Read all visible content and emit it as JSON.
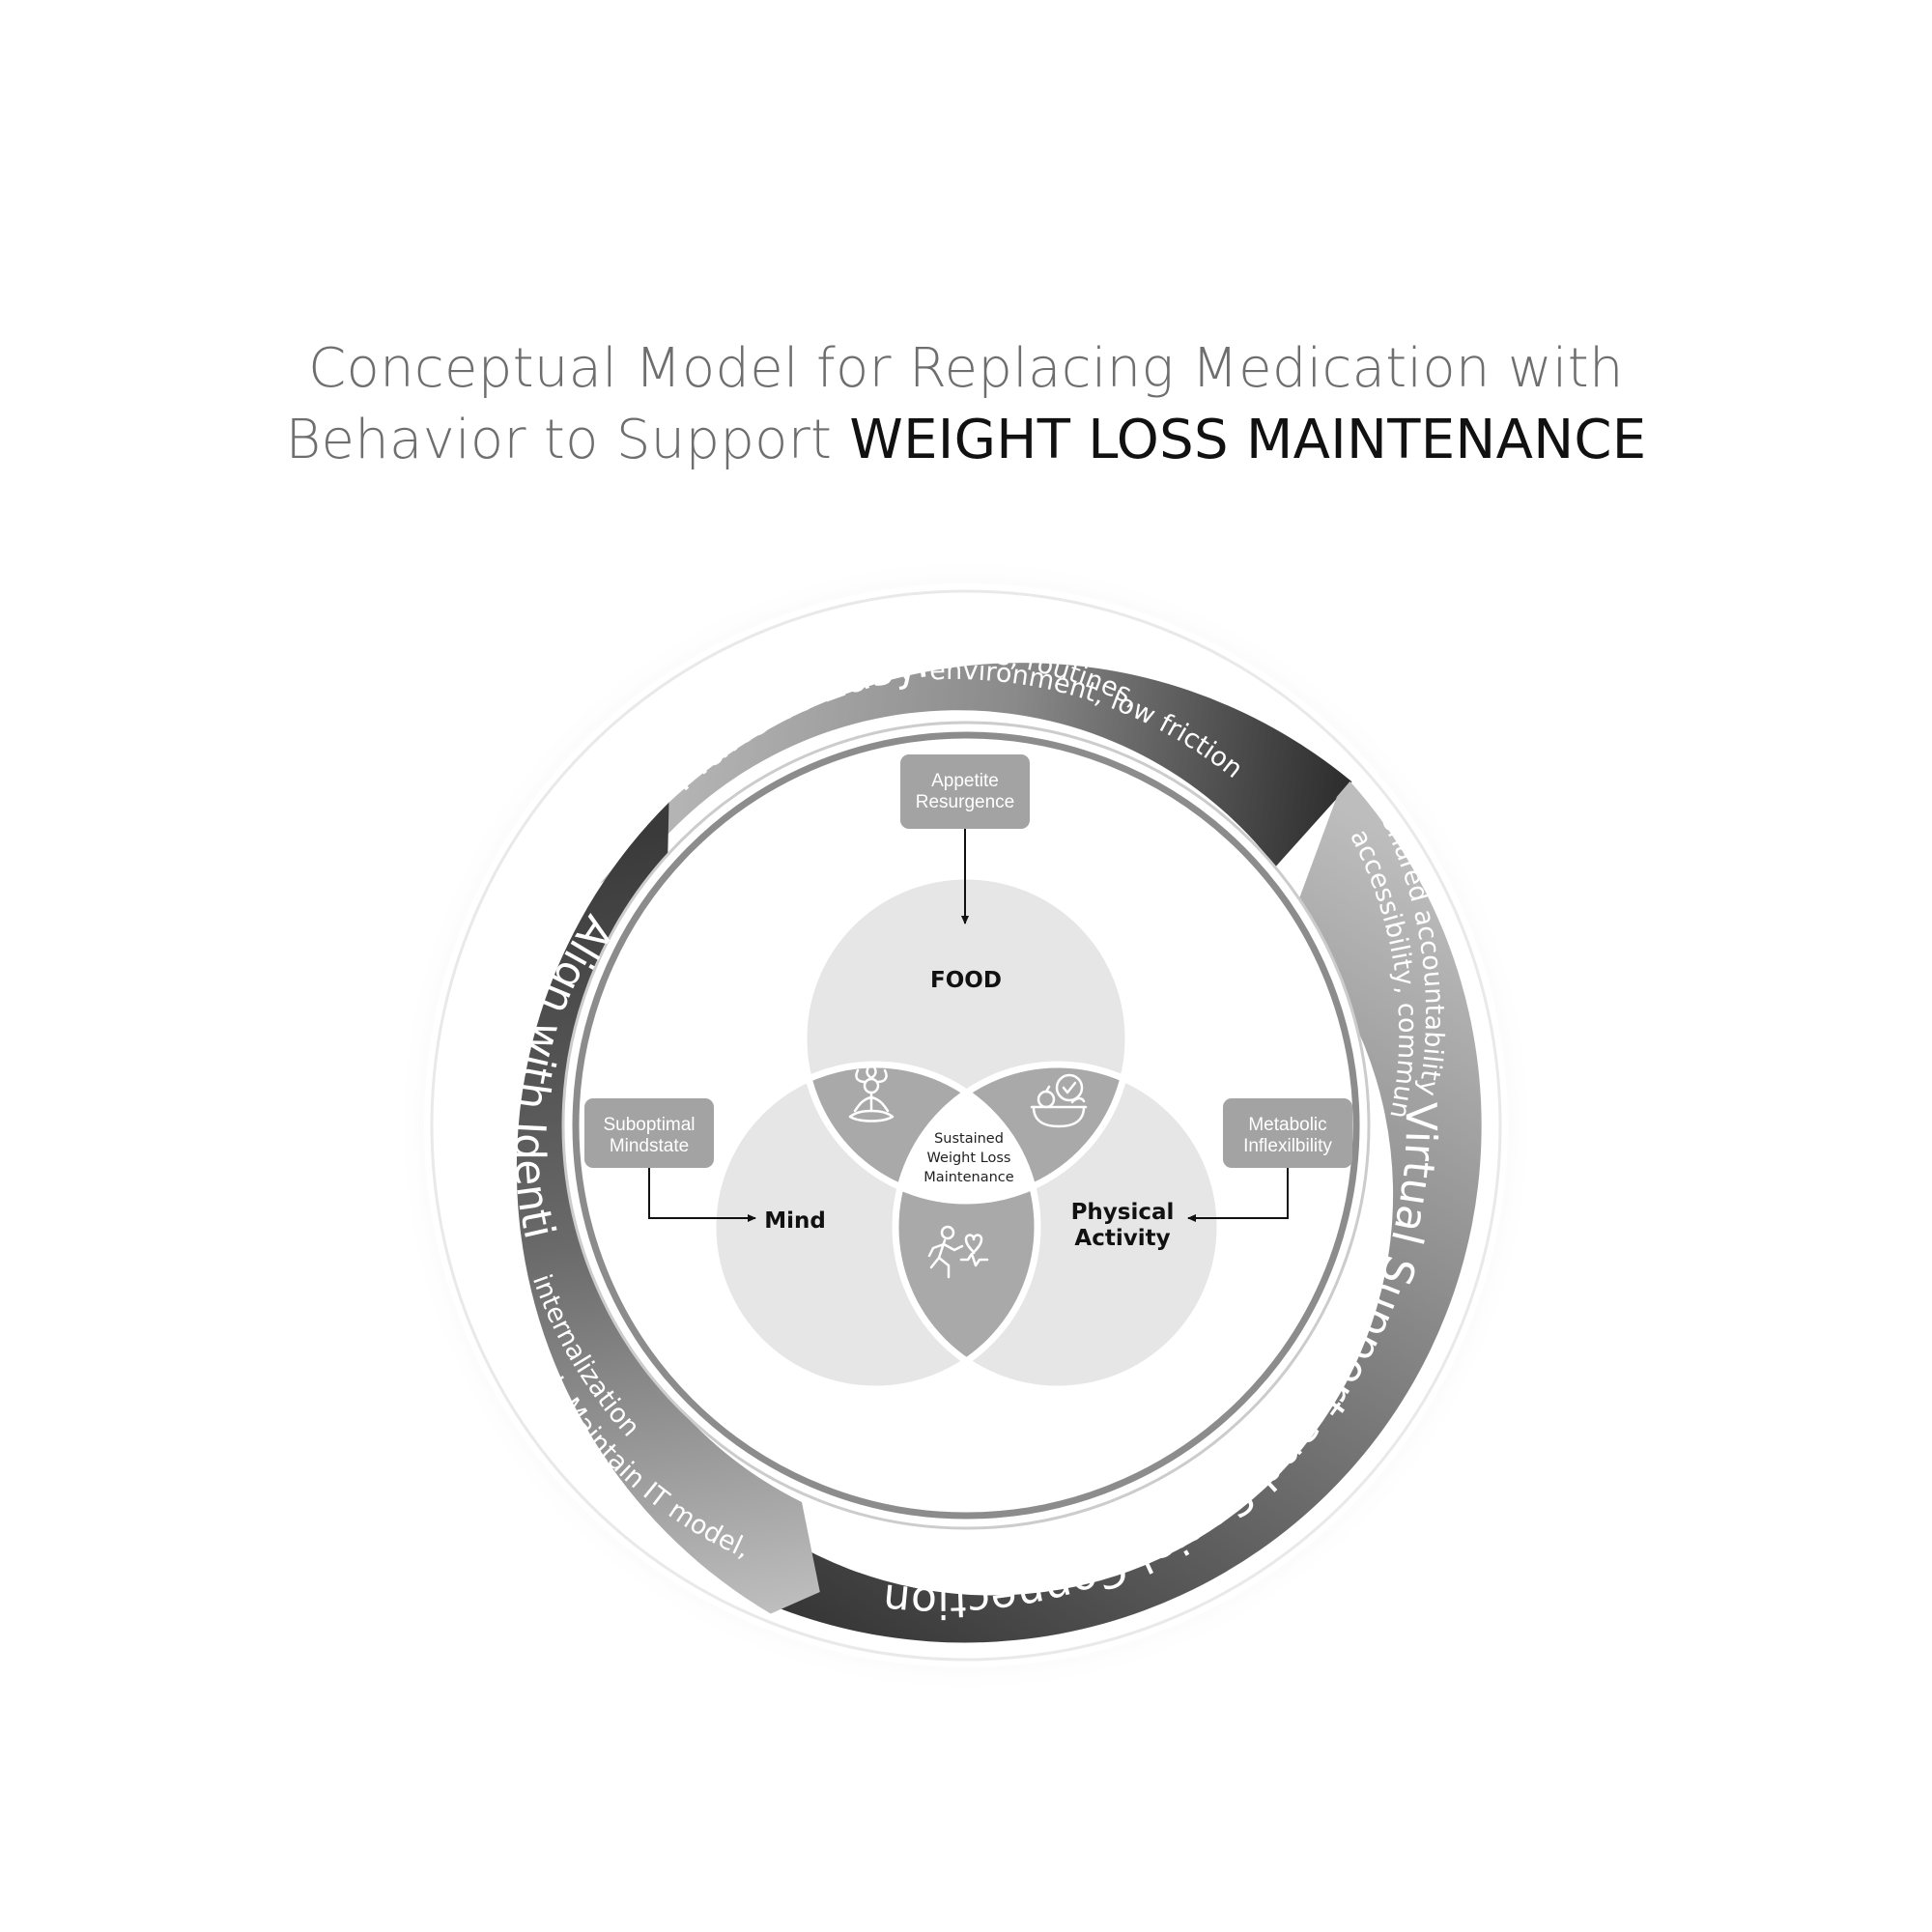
{
  "title": {
    "line1": "Conceptual Model for Replacing Medication with",
    "line2_prefix": "Behavior to Support ",
    "line2_emphasis": "WEIGHT LOSS MAINTENANCE"
  },
  "ring": {
    "make_it_easy": {
      "heading": "Make it Easy:",
      "detail_line1": "habits, routines,",
      "detail_line2": "environment, low friction"
    },
    "virtual_support": {
      "heading": "Virtual Support and Social Connection:",
      "detail_line1": "accessibility, community,",
      "detail_line2": "shared accountability"
    },
    "align_identity": {
      "heading": "Align with Identity:",
      "detail_line1": "self-concept, Maintain IT model,",
      "detail_line2": "internalization"
    }
  },
  "venn": {
    "food": "FOOD",
    "mind": "Mind",
    "physical_line1": "Physical",
    "physical_line2": "Activity",
    "center_line1": "Sustained",
    "center_line2": "Weight Loss",
    "center_line3": "Maintenance"
  },
  "boxes": {
    "appetite": {
      "line1": "Appetite",
      "line2": "Resurgence"
    },
    "mindstate": {
      "line1": "Suboptimal",
      "line2": "Mindstate"
    },
    "metabolic": {
      "line1": "Metabolic",
      "line2": "Inflexilbility"
    }
  },
  "icons": {
    "mind_food": "meditation-icon",
    "food_physical": "healthy-food-icon",
    "mind_physical": "running-heart-icon"
  },
  "colors": {
    "ring_dark": "#4a4a4a",
    "ring_light": "#b9b9b9",
    "circle_fill": "#e6e6e6",
    "overlap_fill": "#a9a9a9",
    "box_fill": "#a3a3a3"
  }
}
